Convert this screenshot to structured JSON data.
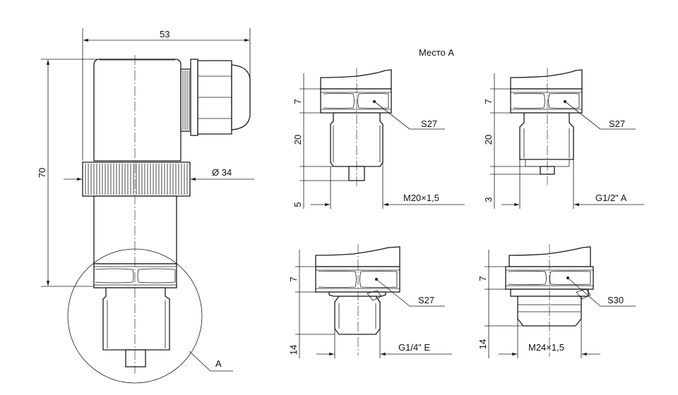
{
  "main_view": {
    "width_dim": "53",
    "height_dim": "70",
    "diameter_dim": "Ø 34",
    "detail_label": "A"
  },
  "detail_title": "Место А",
  "variants": [
    {
      "hex_height": "7",
      "thread_length": "20",
      "tip_length": "5",
      "wrench_size": "S27",
      "thread": "M20×1,5"
    },
    {
      "hex_height": "7",
      "thread_length": "20",
      "tip_length": "3",
      "wrench_size": "S27",
      "thread": "G1/2\" A"
    },
    {
      "hex_height": "7",
      "thread_length": "14",
      "wrench_size": "S27",
      "thread": "G1/4\" E"
    },
    {
      "hex_height": "7",
      "thread_length": "14",
      "wrench_size": "S30",
      "thread": "M24×1,5"
    }
  ],
  "colors": {
    "line": "#1a1a1a",
    "background": "#ffffff"
  }
}
